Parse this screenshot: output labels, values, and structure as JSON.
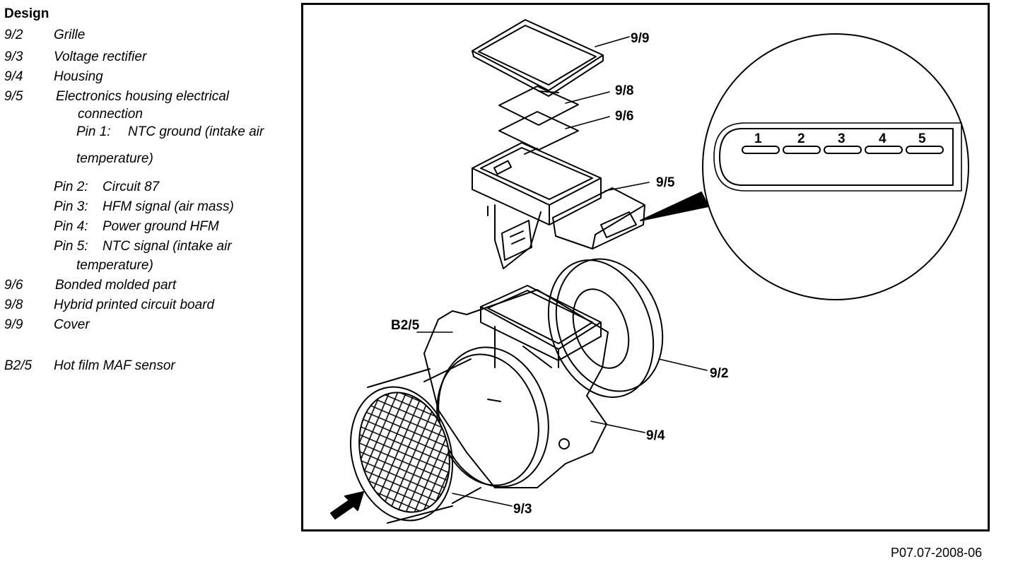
{
  "legend": {
    "title": "Design",
    "items": [
      {
        "code": "9/2",
        "text": "Grille"
      },
      {
        "code": "9/3",
        "text": "Voltage rectifier"
      },
      {
        "code": "9/4",
        "text": "Housing"
      },
      {
        "code": "9/5",
        "text": "Electronics housing electrical",
        "cont": "connection"
      },
      {
        "code": "9/6",
        "text": "Bonded molded part"
      },
      {
        "code": "9/8",
        "text": "Hybrid printed circuit board"
      },
      {
        "code": "9/9",
        "text": "Cover"
      },
      {
        "code": "B2/5",
        "text": "Hot film MAF sensor"
      }
    ],
    "pins": [
      {
        "label": "Pin 1:",
        "text": "NTC ground (intake air",
        "cont": "temperature)"
      },
      {
        "label": "Pin 2:",
        "text": "Circuit 87"
      },
      {
        "label": "Pin 3:",
        "text": "HFM signal (air mass)"
      },
      {
        "label": "Pin 4:",
        "text": "Power ground HFM"
      },
      {
        "label": "Pin 5:",
        "text": "NTC signal (intake air",
        "cont": "temperature)"
      }
    ]
  },
  "diagram": {
    "callouts": {
      "c99": "9/9",
      "c98": "9/8",
      "c96": "9/6",
      "c95": "9/5",
      "c92": "9/2",
      "c94": "9/4",
      "c93": "9/3",
      "b25": "B2/5"
    },
    "pins": [
      "1",
      "2",
      "3",
      "4",
      "5"
    ]
  },
  "figure_id": "P07.07-2008-06"
}
